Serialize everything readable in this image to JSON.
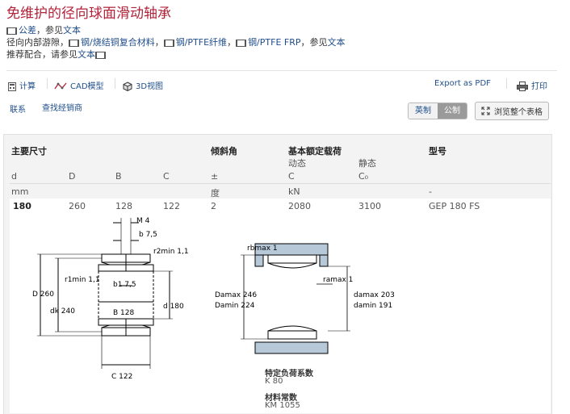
{
  "page": {
    "title": "免维护的径向球面滑动轴承",
    "line1_link": "公差",
    "line1_sep": "，参见",
    "line1_link2": "文本",
    "line2_prefix": "径向内部游隙，",
    "line2_link1": "钢/烧结铜复合材料",
    "line2_sep1": "，",
    "line2_link2": "钢/PTFE纤维",
    "line2_sep2": "，",
    "line2_link3": "钢/PTFE FRP",
    "line2_sep3": "，参见",
    "line2_link4": "文本",
    "line3_prefix": "推荐配合，请参见",
    "line3_link": "文本"
  },
  "toolbar": {
    "calc": "计算",
    "cad": "CAD模型",
    "view3d": "3D视图",
    "export": "Export as PDF",
    "print": "打印",
    "contact": "联系",
    "find_dealer": "查找经销商",
    "unit_imperial": "英制",
    "unit_metric": "公制",
    "browse_table": "浏览整个表格"
  },
  "table": {
    "group_headers": {
      "main_dims": "主要尺寸",
      "tilt": "倾斜角",
      "load": "基本额定载荷",
      "load_dynamic": "动态",
      "load_static": "静态",
      "designation": "型号"
    },
    "symbols": [
      "d",
      "D",
      "B",
      "C",
      "±",
      "C",
      "C₀",
      ""
    ],
    "units": [
      "mm",
      "",
      "",
      "",
      "度",
      "kN",
      "",
      "-"
    ],
    "row": [
      "180",
      "260",
      "128",
      "122",
      "2",
      "2080",
      "3100",
      "GEP 180 FS"
    ]
  },
  "drawing": {
    "left": {
      "M": "M  4",
      "b": "b  7,5",
      "r2": "r2min  1,1",
      "r1": "r1min  1,1",
      "b1": "b1   7,5",
      "D": "D  260",
      "dk": "dk  240",
      "B": "B  128",
      "d": "d  180",
      "C": "C  122"
    },
    "right": {
      "rb": "rbmax  1",
      "ra": "ramax  1",
      "Da_max": "Damax  246",
      "Da_min": "Damin  224",
      "da_max": "damax  203",
      "da_min": "damin  191"
    },
    "factors": {
      "k_title": "特定负荷系数",
      "k_value": "K  80",
      "km_title": "材料常数",
      "km_value": "KM  1055"
    }
  },
  "colors": {
    "title": "#b2233a",
    "link": "#1f4e8c",
    "housing": "#b7c9d8"
  }
}
